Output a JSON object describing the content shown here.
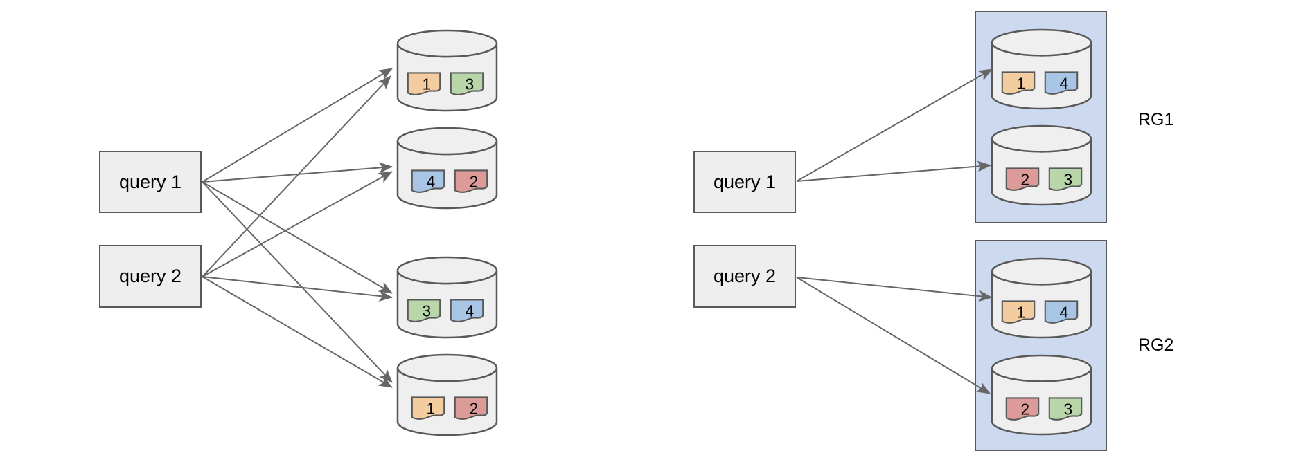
{
  "colors": {
    "node_fill": "#efefef",
    "outline": "#595959",
    "arrow": "#666666",
    "group_fill": "#cdd9ef",
    "segment_orange": "#f3cd9f",
    "segment_red": "#dc9b99",
    "segment_green": "#b8d6a9",
    "segment_blue": "#a8c5e6"
  },
  "left_diagram": {
    "queries": [
      {
        "label": "query 1"
      },
      {
        "label": "query 2"
      }
    ],
    "nodes": [
      {
        "segments": [
          {
            "id": "1",
            "color": "#f3cd9f"
          },
          {
            "id": "3",
            "color": "#b8d6a9"
          }
        ]
      },
      {
        "segments": [
          {
            "id": "4",
            "color": "#a8c5e6"
          },
          {
            "id": "2",
            "color": "#dc9b99"
          }
        ]
      },
      {
        "segments": [
          {
            "id": "3",
            "color": "#b8d6a9"
          },
          {
            "id": "4",
            "color": "#a8c5e6"
          }
        ]
      },
      {
        "segments": [
          {
            "id": "1",
            "color": "#f3cd9f"
          },
          {
            "id": "2",
            "color": "#dc9b99"
          }
        ]
      }
    ]
  },
  "right_diagram": {
    "queries": [
      {
        "label": "query 1"
      },
      {
        "label": "query 2"
      }
    ],
    "groups": [
      {
        "label": "RG1",
        "nodes": [
          {
            "segments": [
              {
                "id": "1",
                "color": "#f3cd9f"
              },
              {
                "id": "4",
                "color": "#a8c5e6"
              }
            ]
          },
          {
            "segments": [
              {
                "id": "2",
                "color": "#dc9b99"
              },
              {
                "id": "3",
                "color": "#b8d6a9"
              }
            ]
          }
        ]
      },
      {
        "label": "RG2",
        "nodes": [
          {
            "segments": [
              {
                "id": "1",
                "color": "#f3cd9f"
              },
              {
                "id": "4",
                "color": "#a8c5e6"
              }
            ]
          },
          {
            "segments": [
              {
                "id": "2",
                "color": "#dc9b99"
              },
              {
                "id": "3",
                "color": "#b8d6a9"
              }
            ]
          }
        ]
      }
    ]
  }
}
